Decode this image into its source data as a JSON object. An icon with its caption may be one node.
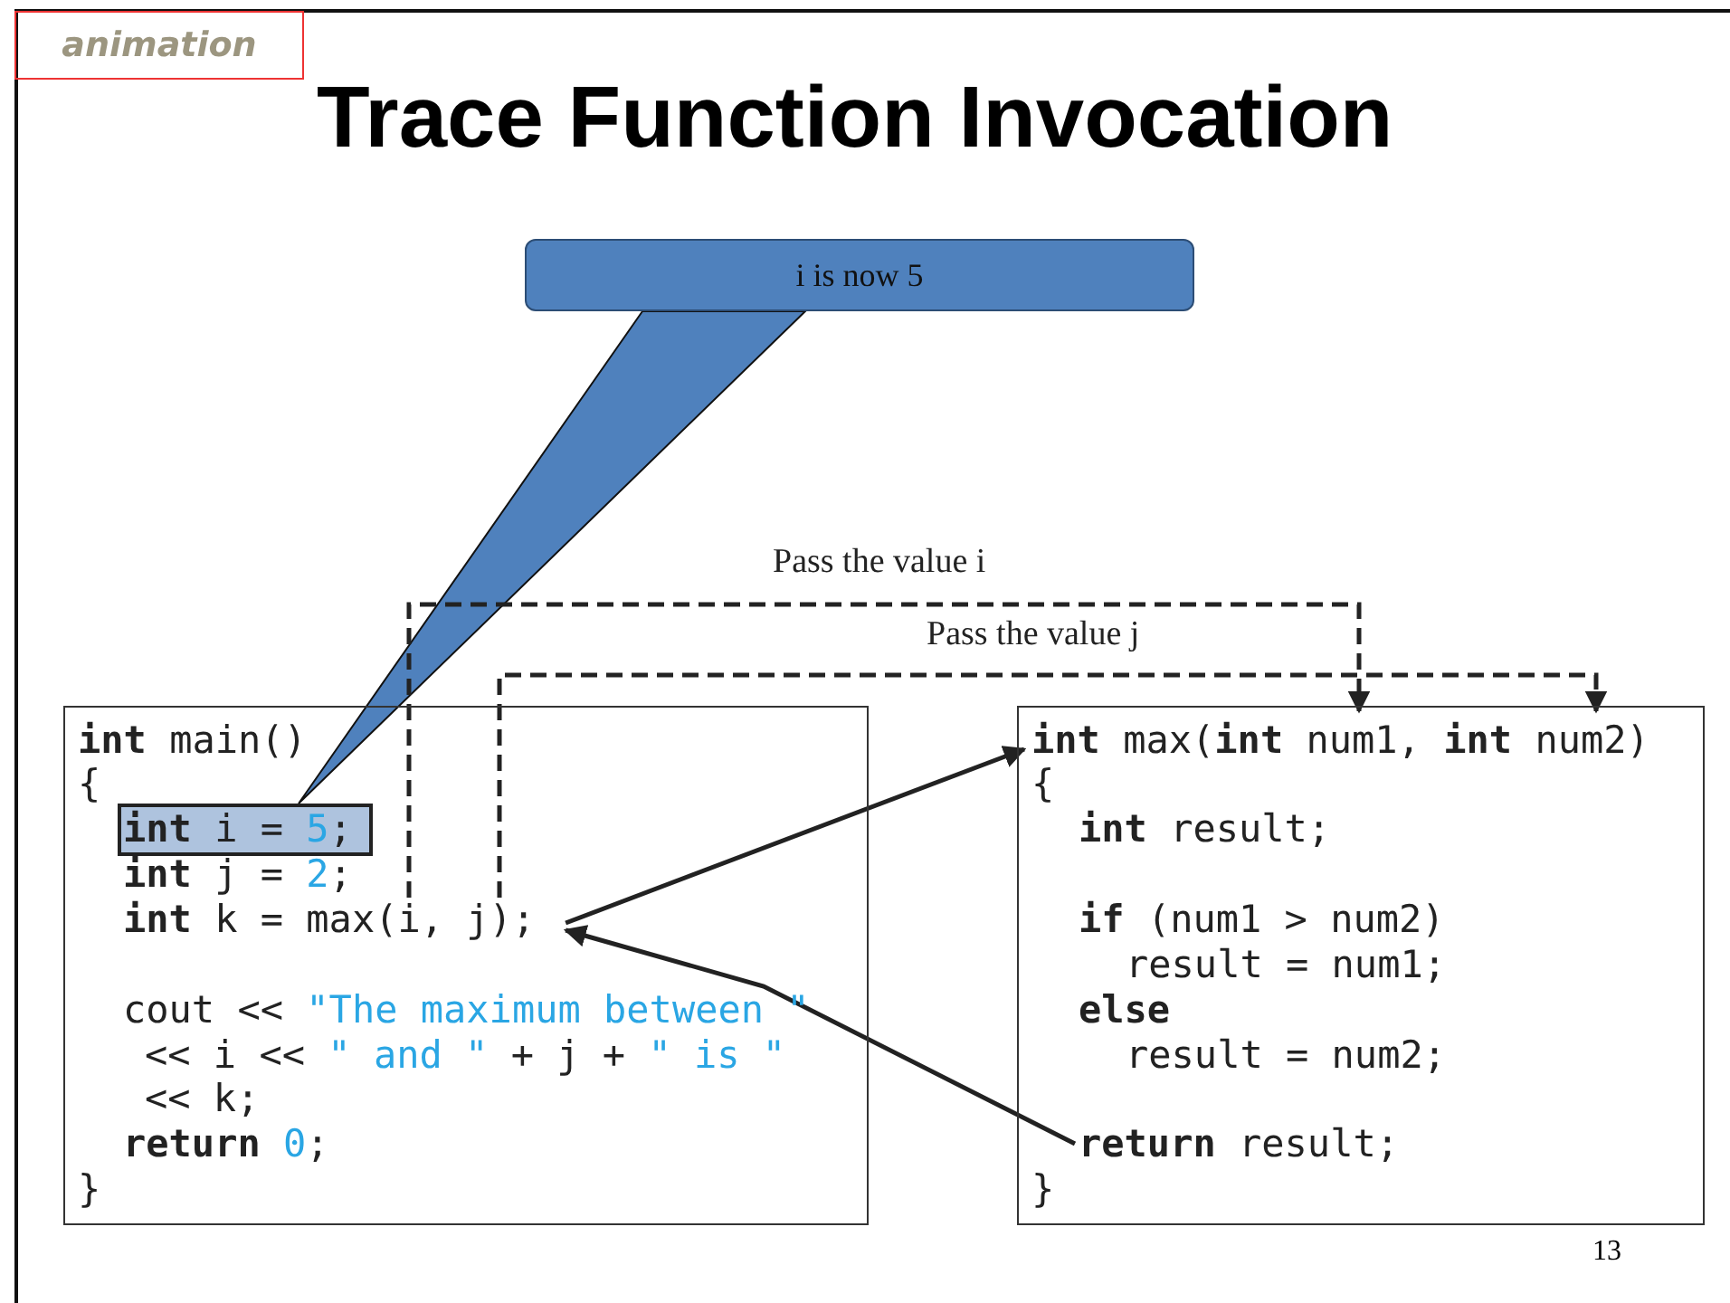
{
  "diagram": {
    "title": "Trace Function Invocation",
    "nodes": [
      {
        "text": [
          "i is now 5"
        ]
      },
      {
        "text": [],
        "shape": "box"
      },
      {
        "text": [
          "**int** main()"
        ],
        "in": 1
      },
      {
        "text": [
          "{"
        ],
        "in": 1
      },
      {
        "text": [
          "**int** i = *5*;"
        ],
        "in": 1
      },
      {
        "text": [
          "**int** j = *2*;"
        ],
        "in": 1
      },
      {
        "text": [
          "**int** k = max(i, j);"
        ],
        "in": 1
      },
      {
        "text": [
          "cout << *\"The maximum between \"*"
        ],
        "in": 1
      },
      {
        "text": [
          "<< i << *\" and \"* + j + *\" is \"*"
        ],
        "in": 1
      },
      {
        "text": [
          "<< k;"
        ],
        "in": 1
      },
      {
        "text": [
          "**return** *0*;"
        ],
        "in": 1
      },
      {
        "text": [
          "}"
        ],
        "in": 1
      },
      {
        "text": [],
        "shape": "box"
      },
      {
        "text": [
          "**int** max(**int** num1, **int** num2)"
        ],
        "in": 12
      },
      {
        "text": [
          "{"
        ],
        "in": 12
      },
      {
        "text": [
          "**int** result;"
        ],
        "in": 12
      },
      {
        "text": [
          "**if** (num1 > num2)"
        ],
        "in": 12
      },
      {
        "text": [
          "result = num1;"
        ],
        "in": 12
      },
      {
        "text": [
          "**else**"
        ],
        "in": 12
      },
      {
        "text": [
          "result = num2;"
        ],
        "in": 12
      },
      {
        "text": [
          "**return** result;"
        ],
        "in": 12
      },
      {
        "text": [
          "}"
        ],
        "in": 12
      }
    ],
    "edges": [
      {
        "from": 0,
        "to": 4,
        "arrow": "none"
      },
      {
        "from": 6,
        "to": 13,
        "arrow": "to",
        "style": "dashed",
        "label": "Pass the value i"
      },
      {
        "from": 6,
        "to": 13,
        "arrow": "to",
        "style": "dashed",
        "label": "Pass the value j"
      },
      {
        "from": 6,
        "to": 13,
        "arrow": "to"
      },
      {
        "from": 20,
        "to": 6,
        "arrow": "to"
      }
    ],
    "labels": [
      "animation",
      "13"
    ]
  }
}
